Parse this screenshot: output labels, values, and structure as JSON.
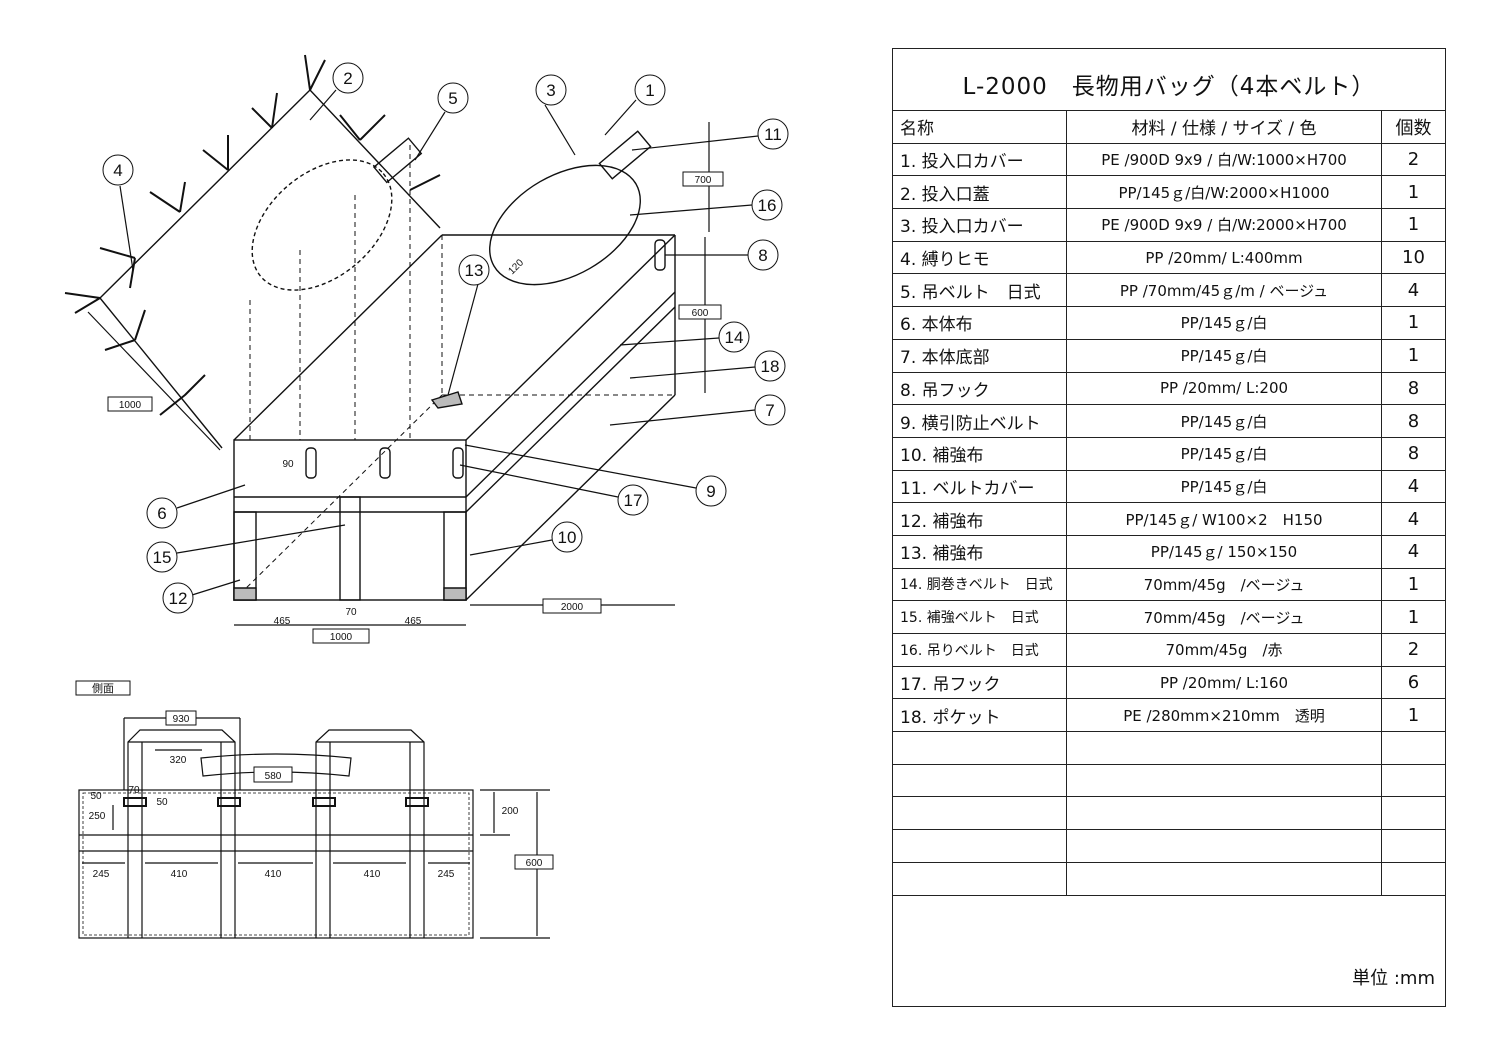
{
  "title": "L-2000　長物用バッグ（4本ベルト）",
  "table": {
    "headers": [
      "名称",
      "材料 / 仕様 / サイズ / 色",
      "個数"
    ],
    "rows": [
      {
        "name": "1. 投入口カバー",
        "spec": "PE /900D 9x9 / 白/W:1000×H700",
        "qty": "2"
      },
      {
        "name": "2. 投入口蓋",
        "spec": "PP/145ｇ/白/W:2000×H1000",
        "qty": "1"
      },
      {
        "name": "3. 投入口カバー",
        "spec": "PE /900D 9x9 / 白/W:2000×H700",
        "qty": "1"
      },
      {
        "name": "4. 縛りヒモ",
        "spec": "PP /20mm/ L:400mm",
        "qty": "10"
      },
      {
        "name": "5. 吊ベルト　日式",
        "spec": "PP /70mm/45ｇ/m / ベージュ",
        "qty": "4"
      },
      {
        "name": "6. 本体布",
        "spec": "PP/145ｇ/白",
        "qty": "1"
      },
      {
        "name": "7. 本体底部",
        "spec": "PP/145ｇ/白",
        "qty": "1"
      },
      {
        "name": "8. 吊フック",
        "spec": "PP /20mm/ L:200",
        "qty": "8"
      },
      {
        "name": "9. 横引防止ベルト",
        "spec": "PP/145ｇ/白",
        "qty": "8"
      },
      {
        "name": "10. 補強布",
        "spec": "PP/145ｇ/白",
        "qty": "8"
      },
      {
        "name": "11. ベルトカバー",
        "spec": "PP/145ｇ/白",
        "qty": "4"
      },
      {
        "name": "12. 補強布",
        "spec": "PP/145ｇ/ W100×2　H150",
        "qty": "4"
      },
      {
        "name": "13. 補強布",
        "spec": "PP/145ｇ/ 150×150",
        "qty": "4"
      },
      {
        "name": "14. 胴巻きベルト　日式",
        "spec": "70mm/45g　/ベージュ",
        "qty": "1"
      },
      {
        "name": "15. 補強ベルト　日式",
        "spec": "70mm/45g　/ベージュ",
        "qty": "1"
      },
      {
        "name": "16. 吊りベルト　日式",
        "spec": "70mm/45g　/赤",
        "qty": "2"
      },
      {
        "name": "17. 吊フック",
        "spec": "PP /20mm/ L:160",
        "qty": "6"
      },
      {
        "name": "18. ポケット",
        "spec": "PE /280mm×210mm　透明",
        "qty": "1"
      }
    ],
    "unit": "単位 :mm"
  },
  "drawing": {
    "callouts": [
      "1",
      "2",
      "3",
      "4",
      "5",
      "6",
      "7",
      "8",
      "9",
      "10",
      "11",
      "12",
      "13",
      "14",
      "15",
      "16",
      "17",
      "18"
    ],
    "dimensions": {
      "cover_width": "1000",
      "cover_height": "700",
      "body_height": "600",
      "body_length": "2000",
      "front_left": "465",
      "front_gap": "70",
      "front_right": "465",
      "front_width": "1000",
      "hook_height": "90",
      "patch": "120"
    },
    "side_view": {
      "label": "側面",
      "dims": {
        "loop": "930",
        "cover": "320",
        "handle": "580",
        "belt_w": "70",
        "top_50": "50",
        "side_50": "50",
        "drop": "250",
        "band": "200",
        "height": "600",
        "end_left": "245",
        "span1": "410",
        "span2": "410",
        "span3": "410",
        "end_right": "245"
      }
    }
  }
}
